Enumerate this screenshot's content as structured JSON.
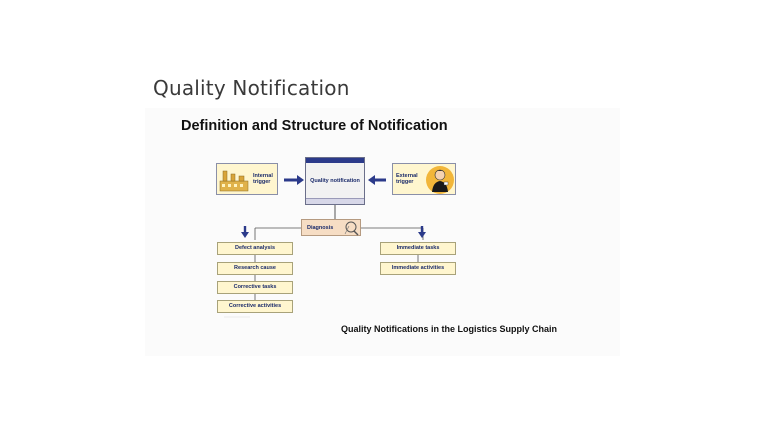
{
  "slide": {
    "title": "Quality Notification"
  },
  "diagram": {
    "heading": "Definition and Structure of Notification",
    "internal_trigger": "Internal trigger",
    "external_trigger": "External trigger",
    "quality_notification": "Quality notification",
    "diagnosis": "Diagnosis",
    "left_tasks": [
      "Defect analysis",
      "Research cause",
      "Corrective tasks",
      "Corrective activities"
    ],
    "right_tasks": [
      "Immediate tasks",
      "Immediate activities"
    ],
    "caption": "Quality Notifications in the Logistics Supply Chain"
  },
  "colors": {
    "arrow": "#2b3a8a",
    "box_fill": "#fff6cf",
    "diagnosis_fill": "#f6ddc4",
    "label_text": "#1a2a6a"
  },
  "icons": [
    "factory-icon",
    "person-icon",
    "magnifier-icon"
  ]
}
